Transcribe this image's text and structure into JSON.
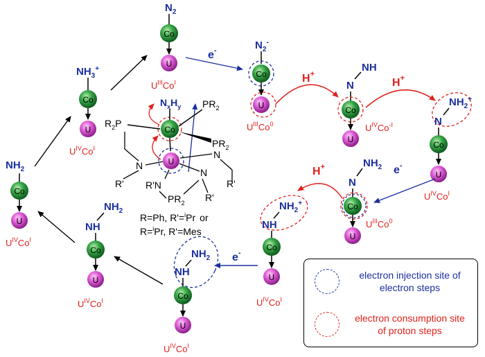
{
  "colors": {
    "co_fill": "#1e8a2f",
    "u_fill": "#d040c8",
    "electron_arrow": "#1a2ea0",
    "proton_arrow": "#e0201b",
    "electron_dash": "#1a2ea0",
    "proton_dash": "#e0201b"
  },
  "atoms": {
    "co": "Co",
    "u": "U"
  },
  "ligands": {
    "n2": "N",
    "n2_sub": "2",
    "n2_minus": "N",
    "n2_minus_sup": "-",
    "nh": "N",
    "nh_right": "NH",
    "nh2_plus_n": "NH",
    "nh2_plus_sup": "+",
    "nh2": "NH",
    "nh2_sub": "2",
    "nh3": "NH",
    "nh3_sub": "3",
    "nh3_sup": "+",
    "n_single": "N",
    "nh_single": "NH"
  },
  "oxidation_labels": {
    "uiii_coi": {
      "u": "U",
      "u_sup": "III",
      "co": "Co",
      "co_sup": "I"
    },
    "uiii_co0": {
      "u": "U",
      "u_sup": "III",
      "co": "Co",
      "co_sup": "0"
    },
    "uiv_co_minus1": {
      "u": "U",
      "u_sup": "IV",
      "co": "Co",
      "co_sup": "-I"
    },
    "uiv_coi": {
      "u": "U",
      "u_sup": "IV",
      "co": "Co",
      "co_sup": "I"
    }
  },
  "step_labels": {
    "electron": "e",
    "electron_sup": "-",
    "proton": "H",
    "proton_sup": "+"
  },
  "complex": {
    "nxhy": "N",
    "nxhy_x": "x",
    "nxhy_h": "H",
    "nxhy_y": "y",
    "pr2_left": "R",
    "pr2_left_sub": "2",
    "pr2_left_p": "P",
    "pr2_top": "PR",
    "pr2_top_sub": "2",
    "pr2_right": "PR",
    "pr2_right_sub": "2",
    "pr2_bottom": "PR",
    "pr2_bottom_sub": "2",
    "n_label": "N",
    "r_prime": "R'",
    "rprime_n": "R'N",
    "caption_line1": "R=Ph, R'=",
    "caption_line1_sup": "i",
    "caption_line1_pr": "Pr",
    "caption_line1_or": "or",
    "caption_line2_a": "R=",
    "caption_line2_sup": "i",
    "caption_line2_b": "Pr, R'=Mes"
  },
  "legend": {
    "electron_text": "electron injection site of electron steps",
    "electron_line1": "electron injection site of",
    "electron_line2": "electron steps",
    "proton_line1": "electron consumption site",
    "proton_line2": "of proton steps"
  }
}
